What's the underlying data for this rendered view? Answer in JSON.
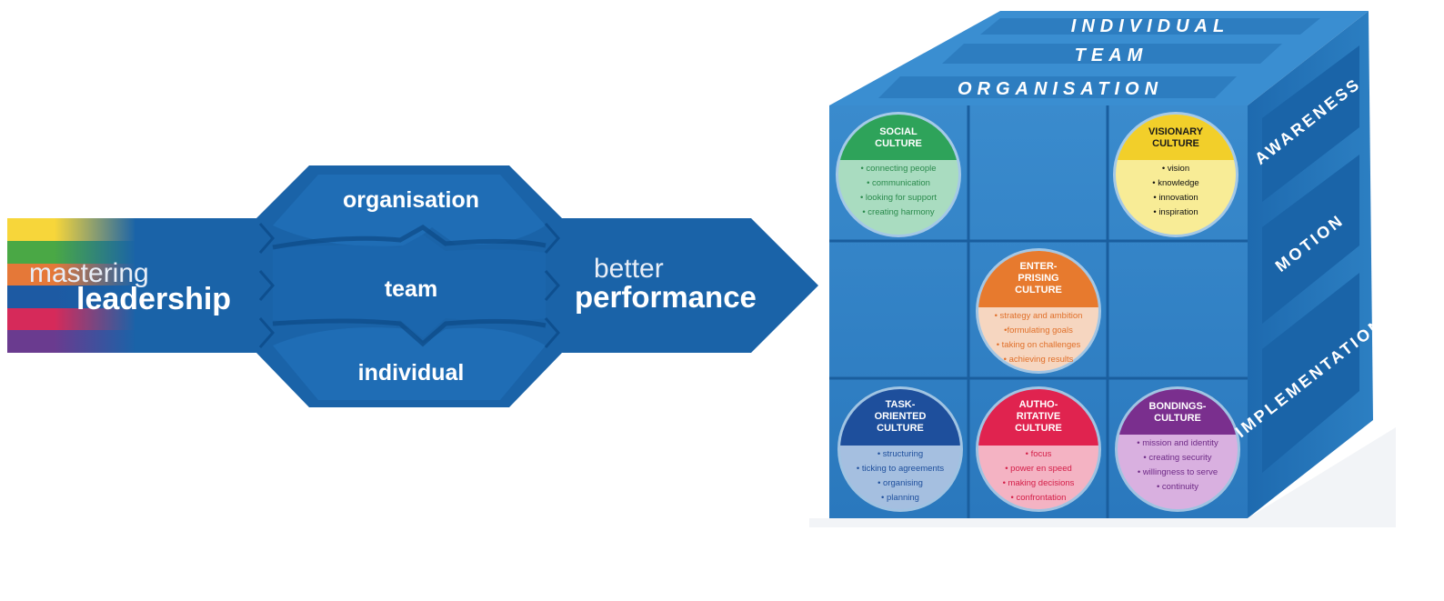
{
  "arrow": {
    "mastering": "mastering",
    "leadership": "leadership",
    "organisation": "organisation",
    "team": "team",
    "individual": "individual",
    "better": "better",
    "performance": "performance",
    "stripe_colors": [
      "#f7d63a",
      "#4aa845",
      "#e57838",
      "#1d5aa3",
      "#d62a5a",
      "#6a3b8f"
    ],
    "main_color": "#1a63a8"
  },
  "cube": {
    "top_labels": [
      "INDIVIDUAL",
      "TEAM",
      "ORGANISATION"
    ],
    "side_labels": [
      "AWARENESS",
      "MOTION",
      "IMPLEMENTATION"
    ],
    "cultures": [
      {
        "id": "social",
        "title": [
          "SOCIAL",
          "CULTURE"
        ],
        "items": [
          "• connecting people",
          "• communication",
          "• looking for support",
          "• creating harmony"
        ],
        "head": "#2ea35a",
        "body": "#a9dcc0",
        "text": "#2a8a4c",
        "title_color": "#ffffff"
      },
      {
        "id": "visionary",
        "title": [
          "VISIONARY",
          "CULTURE"
        ],
        "items": [
          "• vision",
          "• knowledge",
          "• innovation",
          "• inspiration"
        ],
        "head": "#f2cf2a",
        "body": "#f8ec96",
        "text": "#111111",
        "title_color": "#1a1a1a"
      },
      {
        "id": "enterprising",
        "title": [
          "ENTER-",
          "PRISING",
          "CULTURE"
        ],
        "items": [
          "• strategy and ambition",
          "•formulating goals",
          "• taking on challenges",
          "• achieving results"
        ],
        "head": "#e77a2e",
        "body": "#f6d6c0",
        "text": "#e0702a",
        "title_color": "#ffffff"
      },
      {
        "id": "task",
        "title": [
          "TASK-",
          "ORIENTED",
          "CULTURE"
        ],
        "items": [
          "• structuring",
          "• ticking to agreements",
          "• organising",
          "• planning"
        ],
        "head": "#1e4f9c",
        "body": "#a5bfe0",
        "text": "#1e4f9c",
        "title_color": "#ffffff"
      },
      {
        "id": "authoritative",
        "title": [
          "AUTHO-",
          "RITATIVE",
          "CULTURE"
        ],
        "items": [
          "• focus",
          "• power en speed",
          "• making decisions",
          "• confrontation"
        ],
        "head": "#e0234f",
        "body": "#f4b3c3",
        "text": "#d41e48",
        "title_color": "#ffffff"
      },
      {
        "id": "bondings",
        "title": [
          "BONDINGS-",
          "CULTURE"
        ],
        "items": [
          "• mission and identity",
          "• creating security",
          "• willingness to serve",
          "• continuity"
        ],
        "head": "#7a2f8e",
        "body": "#d9b0e0",
        "text": "#6e2a86",
        "title_color": "#ffffff"
      }
    ],
    "colors": {
      "front": "#2d7fc4",
      "top": "#3d8fd0",
      "side": "#1c66ab",
      "edge": "#1a5fa0"
    }
  }
}
